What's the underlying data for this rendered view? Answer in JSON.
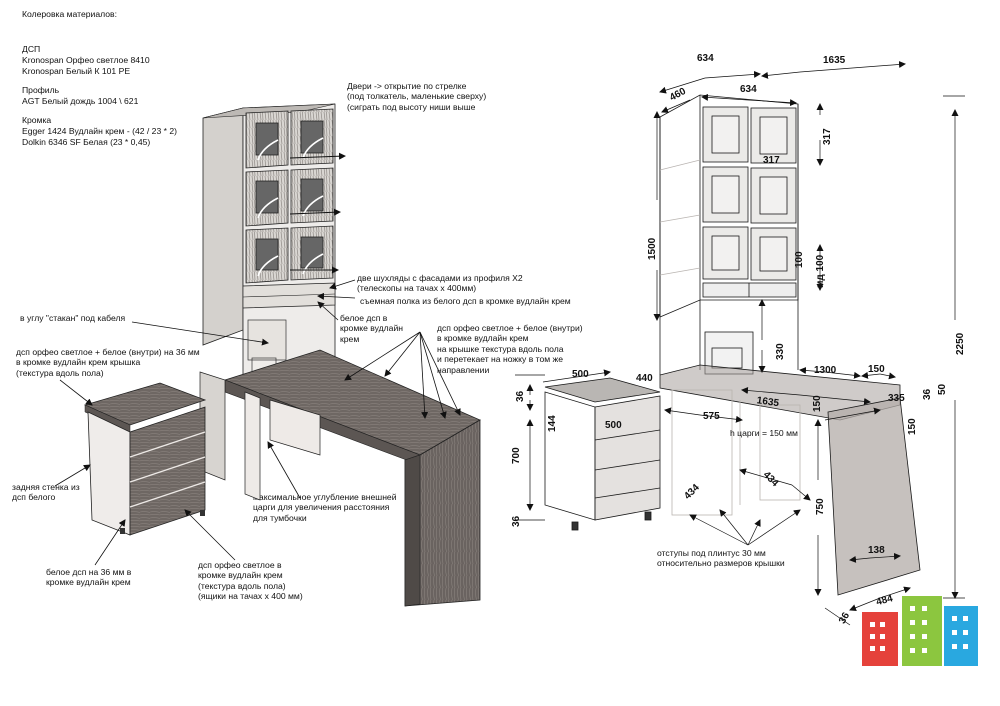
{
  "materials": {
    "heading": "Колеровка материалов:",
    "dsp_label": "ДСП",
    "dsp_items": [
      "Kronospan Орфео светлое 8410",
      "Kronospan Белый К 101 PE"
    ],
    "profile_label": "Профиль",
    "profile_items": [
      "AGT Белый дождь 1004 \\ 621"
    ],
    "edge_label": "Кромка",
    "edge_items": [
      "Egger 1424 Вудлайн крем - (42 / 23 * 2)",
      "Dolkin 6346 SF Белая (23 * 0,45)"
    ]
  },
  "left_notes": {
    "doors": "Двери -> открытие по стрелке\n(под толкатель, маленькие сверху)\n(сиграть под высоту ниши выше",
    "drawers": "две шухляды с фасадами из профиля X2\n(телескопы на тачах x 400мм)",
    "shelf": "съемная полка из белого дсп в кромке вудлайн крем",
    "cable_cup": "в углу \"стакан\" под кабеля",
    "white_dsp": "белое дсп в\nкромке вудлайн\nкрем",
    "dsp_inner": "дсп орфео светлое + белое (внутри)\nв кромке вудлайн крем\nна крышке текстура вдоль пола\nи перетекает на ножку в том же\nнаправлении",
    "pedestal_top": "дсп орфео светлое + белое (внутри) на 36 мм\nв кромке вудлайн крем крышка\n(текстура вдоль пола)",
    "back_wall": "задняя стенка из\nдсп белого",
    "max_recess": "максимальное углубление внешней\nцарги для увеличения расстояния\nдля тумбочки",
    "white_36": "белое дсп на 36 мм в\nкромке вудлайн крем",
    "fronts": "дсп орфео светлое в\nкромке вудлайн крем\n(текстура вдоль пола)\n(ящики на тачах x 400 мм)"
  },
  "dimensions": {
    "d634_top": "634",
    "d1635_top": "1635",
    "d460": "460",
    "d634": "634",
    "d317_side": "317",
    "d317": "317",
    "d1500": "1500",
    "d2250": "2250",
    "d100": "100",
    "d_md100": "мд 100",
    "d330": "330",
    "d1300": "1300",
    "d150_a": "150",
    "d50": "50",
    "d500_top": "500",
    "d440": "440",
    "d1635": "1635",
    "d335": "335",
    "d36_r": "36",
    "d36_l": "36",
    "d144": "144",
    "d500": "500",
    "d575": "575",
    "d150_b": "150",
    "d150_c": "150",
    "d700": "700",
    "d434_a": "434",
    "d434_b": "434",
    "d750": "750",
    "d36_bl": "36",
    "d138": "138",
    "d484": "484",
    "d36_b": "36",
    "h_tsargi": "h царги = 150 мм"
  },
  "right_notes": {
    "plinth": "отступы под плинтус 30 мм\nотносительно размеров крышки"
  },
  "colors": {
    "wood": "#6e6763",
    "wood_dark": "#55504d",
    "panel_white": "#f2f2f2",
    "line": "#1a1a1a",
    "ghost": "#b9b4b0",
    "logo_red": "#e5423b",
    "logo_green": "#8cc63f",
    "logo_blue": "#29a8e0"
  }
}
